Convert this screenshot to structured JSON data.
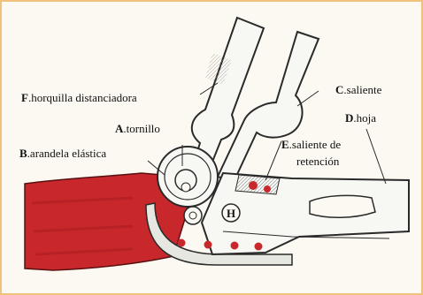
{
  "labels": {
    "F": {
      "letter": "F",
      "text": ".horquilla distanciadora"
    },
    "C": {
      "letter": "C",
      "text": ".saliente"
    },
    "A": {
      "letter": "A",
      "text": ".tornillo"
    },
    "D": {
      "letter": "D",
      "text": ".hoja"
    },
    "B": {
      "letter": "B",
      "text": ".arandela elástica"
    },
    "E": {
      "letter": "E",
      "text": ".saliente de",
      "text2": "retención"
    },
    "H": {
      "letter": "H"
    }
  },
  "colors": {
    "background": "#fbf9f1",
    "frame": "#f1c27c",
    "handle_red": "#c8282c",
    "outline": "#2a2a2a",
    "metal": "#f7f7f4"
  }
}
